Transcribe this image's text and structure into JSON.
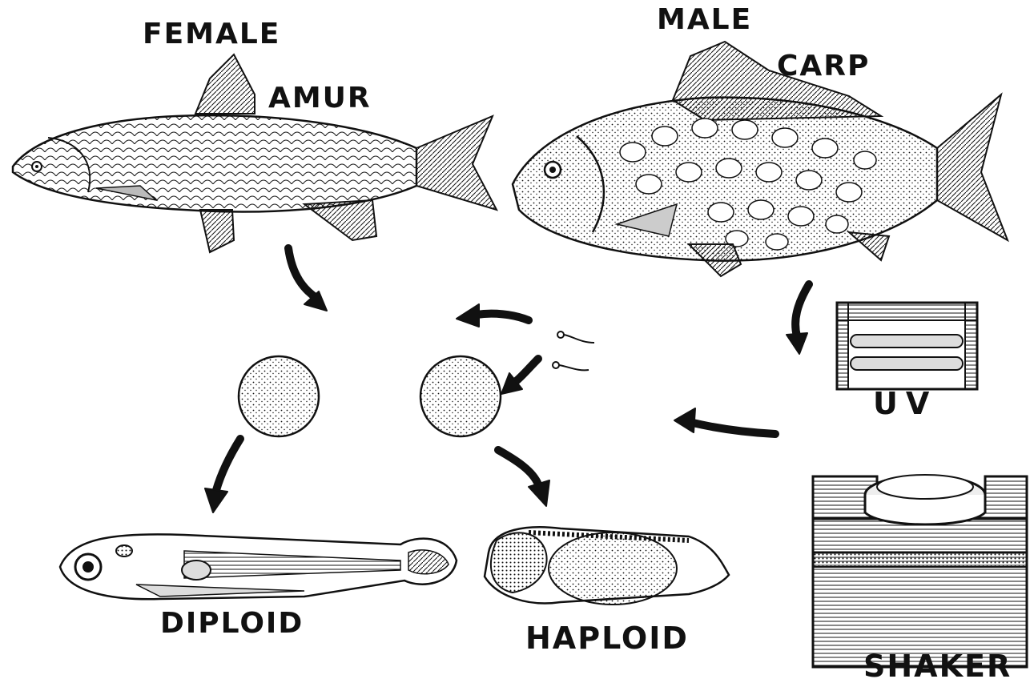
{
  "labels": {
    "female": "FEMALE",
    "amur": "AMUR",
    "male": "MALE",
    "carp": "CARP",
    "uv": "UV",
    "diploid": "DIPLOID",
    "haploid": "HAPLOID",
    "shaker": "SHAKER"
  },
  "colors": {
    "ink": "#111111",
    "paper": "#ffffff",
    "shade": "#cfcfcf",
    "mid": "#9a9a9a"
  }
}
